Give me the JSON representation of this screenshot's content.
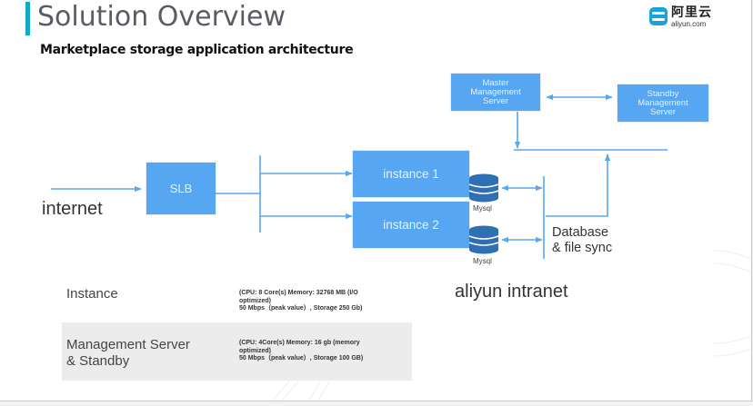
{
  "header": {
    "title": "Solution Overview",
    "subtitle": "Marketplace storage application architecture",
    "accent_color": "#12a8c9"
  },
  "logo": {
    "icon": "aliyun-cloud-icon",
    "chinese_name": "阿里云",
    "domain": "aliyun.com"
  },
  "diagram": {
    "box_color": "#56a6f1",
    "connector_color": "#5aa7ee",
    "nodes": {
      "internet": "internet",
      "slb": "SLB",
      "instance1": "instance 1",
      "instance2": "instance 2",
      "mysql1": "Mysql",
      "mysql2": "Mysql",
      "master": [
        "Master",
        "Management",
        "Server"
      ],
      "standby": [
        "Standby",
        "Management",
        "Server"
      ],
      "db_sync": [
        "Database",
        "& file sync"
      ],
      "intranet": "aliyun intranet"
    }
  },
  "specs": [
    {
      "name": [
        "Instance"
      ],
      "detail": [
        "(CPU: 8 Core(s)    Memory: 32768 MB (I/O",
        "optimized)",
        "50 Mbps（peak value）, Storage 250 Gb)"
      ]
    },
    {
      "name": [
        "Management Server",
        "& Standby"
      ],
      "detail": [
        "(CPU: 4Core(s)    Memory: 16 gb (memory",
        "optimized)",
        "50 Mbps（peak value）, Storage 100 GB)"
      ]
    }
  ]
}
